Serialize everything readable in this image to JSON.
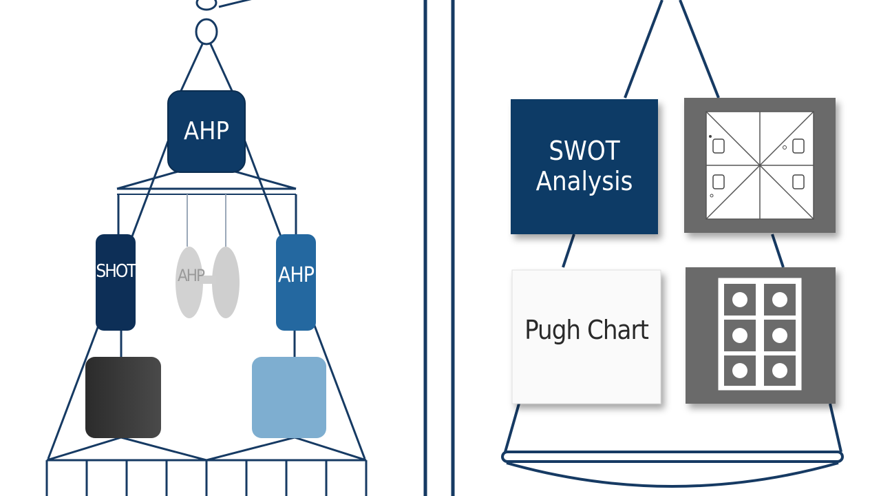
{
  "colors": {
    "navy": "#0e3a66",
    "navy_dark": "#0d2f57",
    "blue_mid": "#2468a0",
    "blue_light": "#7eaed0",
    "gray_box": "#6b6b6b",
    "gray_light": "#cfcfcf",
    "charcoal": "#3a3a3a",
    "line": "#163a63",
    "white": "#ffffff"
  },
  "left_tree": {
    "top_node": {
      "label": "AHP"
    },
    "left_node": {
      "label": "SHOT"
    },
    "faded_node": {
      "label": "AHP"
    },
    "right_node": {
      "label": "AHP"
    }
  },
  "right_panel": {
    "swot_box": {
      "label": "SWOT\nAnalysis"
    },
    "pugh_box": {
      "label": "Pugh Chart"
    }
  }
}
